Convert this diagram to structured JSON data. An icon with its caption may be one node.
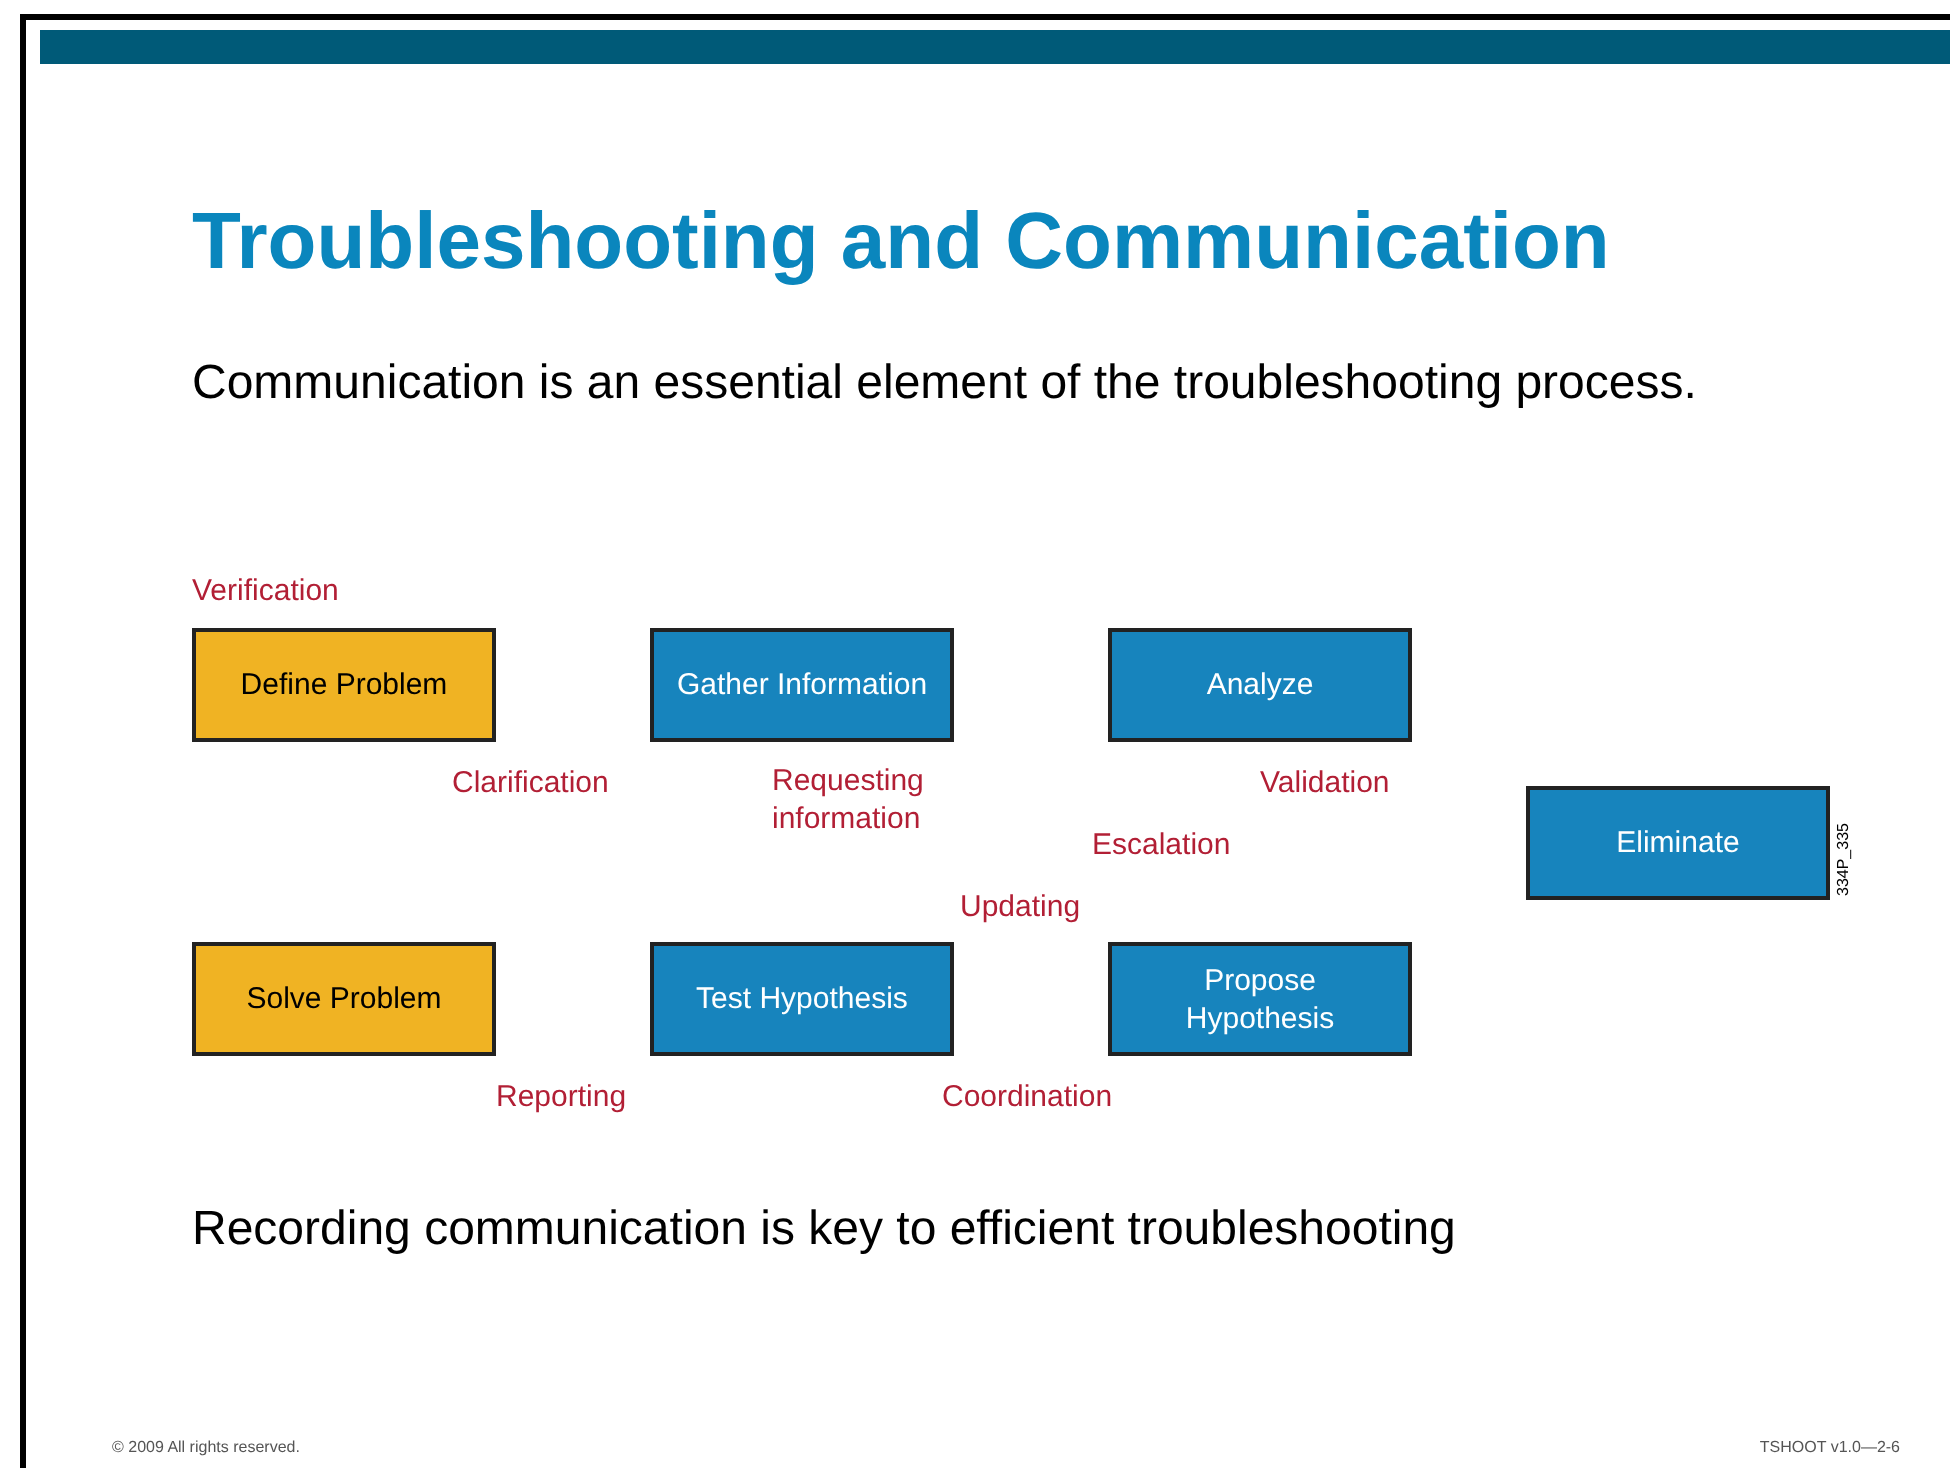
{
  "diagram": {
    "title": "Troubleshooting and Communication",
    "nodes": [
      {
        "text": [
          "Define Problem"
        ]
      },
      {
        "text": [
          "Gather Information"
        ]
      },
      {
        "text": [
          "Analyze"
        ]
      },
      {
        "text": [
          "Eliminate"
        ]
      },
      {
        "text": [
          "Solve Problem"
        ]
      },
      {
        "text": [
          "Test Hypothesis"
        ]
      },
      {
        "text": [
          "Propose Hypothesis"
        ]
      }
    ],
    "edges": [],
    "labels": [
      "Communication is an essential element of the troubleshooting process.",
      "Verification",
      "Clarification",
      "Requesting information",
      "Validation",
      "Escalation",
      "Updating",
      "Reporting",
      "Coordination",
      "Recording communication is key to efficient troubleshooting",
      "334P_335",
      "© 2009 All rights reserved.",
      "TSHOOT v1.0—2-6"
    ]
  }
}
